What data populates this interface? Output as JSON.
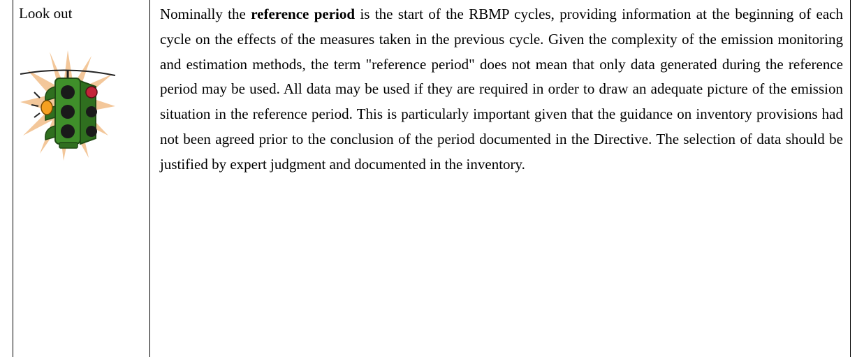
{
  "callout": {
    "label": "Look out",
    "icon": "traffic-light-icon",
    "body": {
      "intro": "Nominally the",
      "term": "reference period",
      "text": "is the start of the RBMP cycles, providing information at the beginning of each cycle on the effects of the measures taken in the previous cycle. Given the complexity of the emission monitoring and estimation methods, the term \"reference period\" does not mean that only data generated during the reference period may be used. All data may be used if they are required in order to draw an adequate picture of the emission situation in the reference period. This is particularly important given that the guidance on inventory provisions had not been agreed prior to the conclusion of the period documented in the Directive. The selection of data should be justified by expert judgment and documented in the inventory."
    }
  },
  "colors": {
    "burst": "#f3c79a",
    "light_housing": "#3f8f2a",
    "amber": "#f5a021",
    "red": "#c4243a"
  }
}
